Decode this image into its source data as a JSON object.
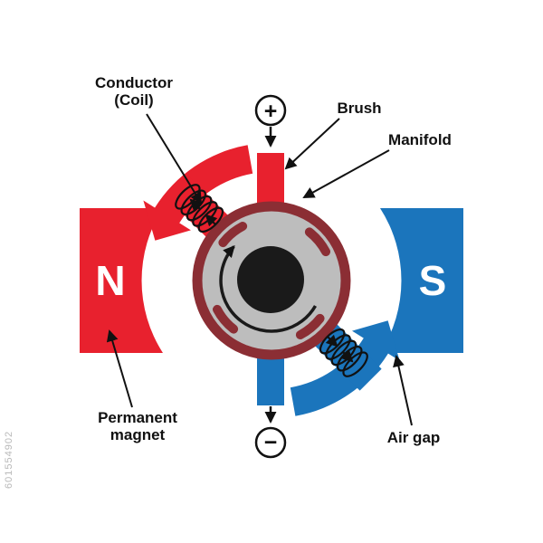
{
  "labels": {
    "conductor_line1": "Conductor",
    "conductor_line2": "(Coil)",
    "brush": "Brush",
    "manifold": "Manifold",
    "permanent_line1": "Permanent",
    "permanent_line2": "magnet",
    "air_gap": "Air gap",
    "north": "N",
    "south": "S",
    "plus": "+",
    "minus": "−"
  },
  "watermark": "601554902",
  "colors": {
    "magnet_red": "#E8212E",
    "magnet_blue": "#1B75BC",
    "commutator_ring": "#8B2E34",
    "rotor_body": "#BDBDBD",
    "rotor_core": "#1A1A1A",
    "line_black": "#111111",
    "background": "#FFFFFF"
  }
}
